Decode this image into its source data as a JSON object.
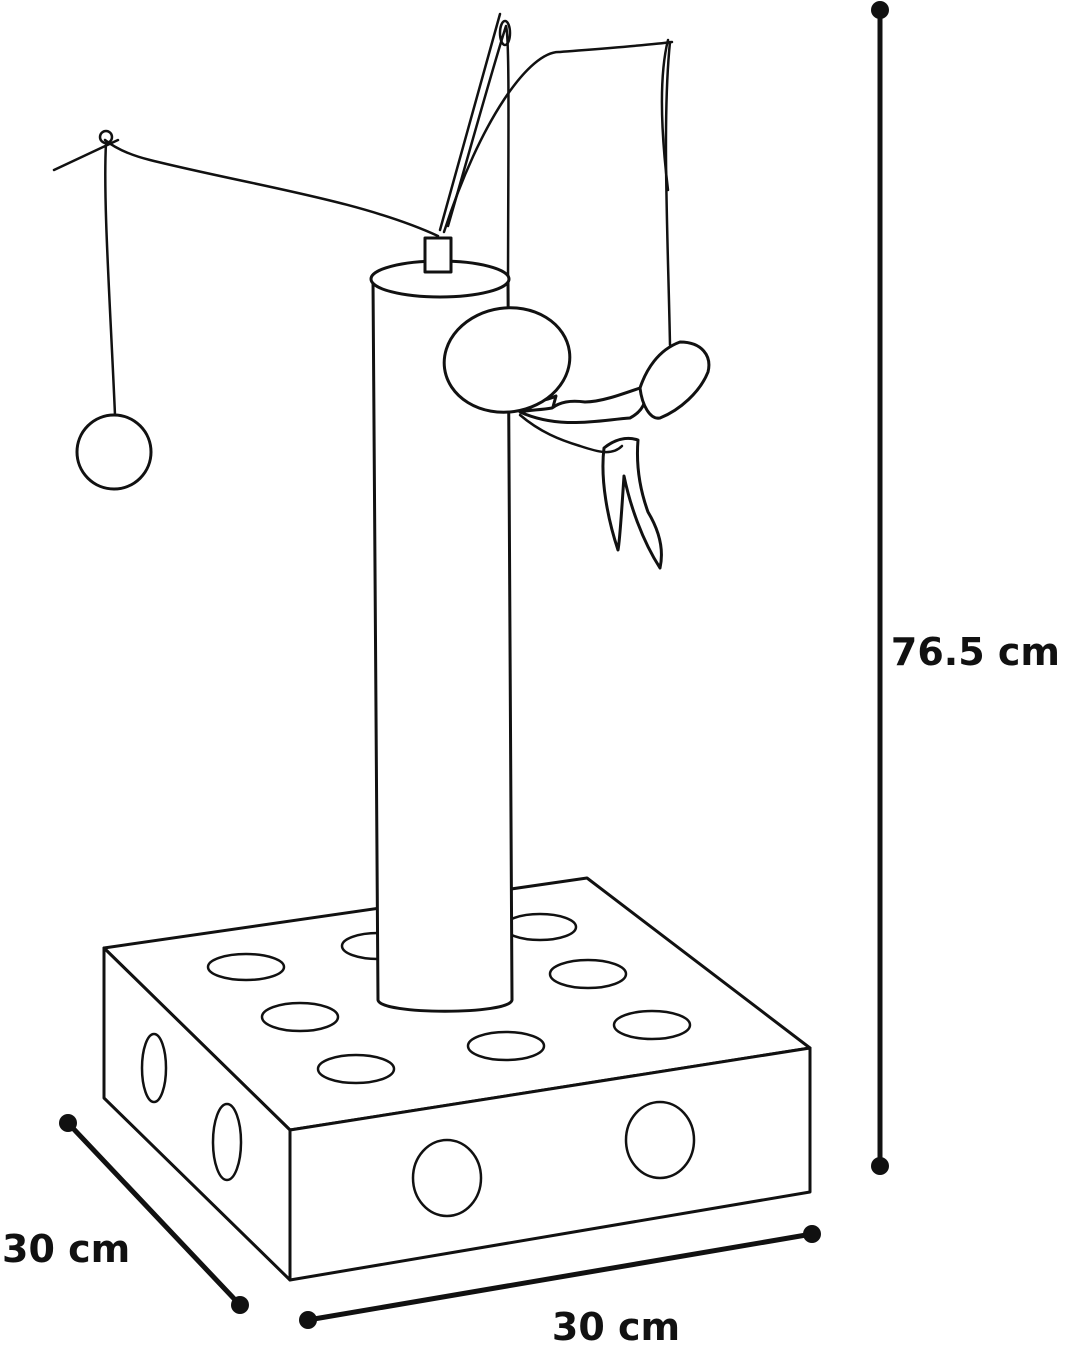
{
  "dimensions": {
    "height_label": "76.5 cm",
    "depth_label": "30 cm",
    "width_label": "30 cm"
  },
  "colors": {
    "line": "#111111",
    "background": "#ffffff"
  }
}
